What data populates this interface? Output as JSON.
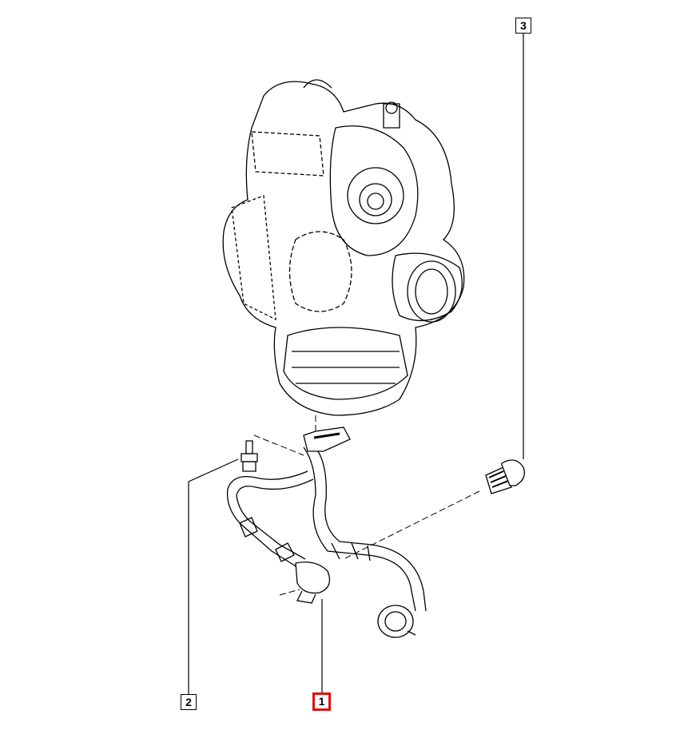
{
  "diagram": {
    "callouts": [
      {
        "id": "1",
        "label": "1",
        "highlighted": true
      },
      {
        "id": "2",
        "label": "2",
        "highlighted": false
      },
      {
        "id": "3",
        "label": "3",
        "highlighted": false
      }
    ],
    "colors": {
      "line": "#000000",
      "highlight": "#e01010"
    }
  }
}
